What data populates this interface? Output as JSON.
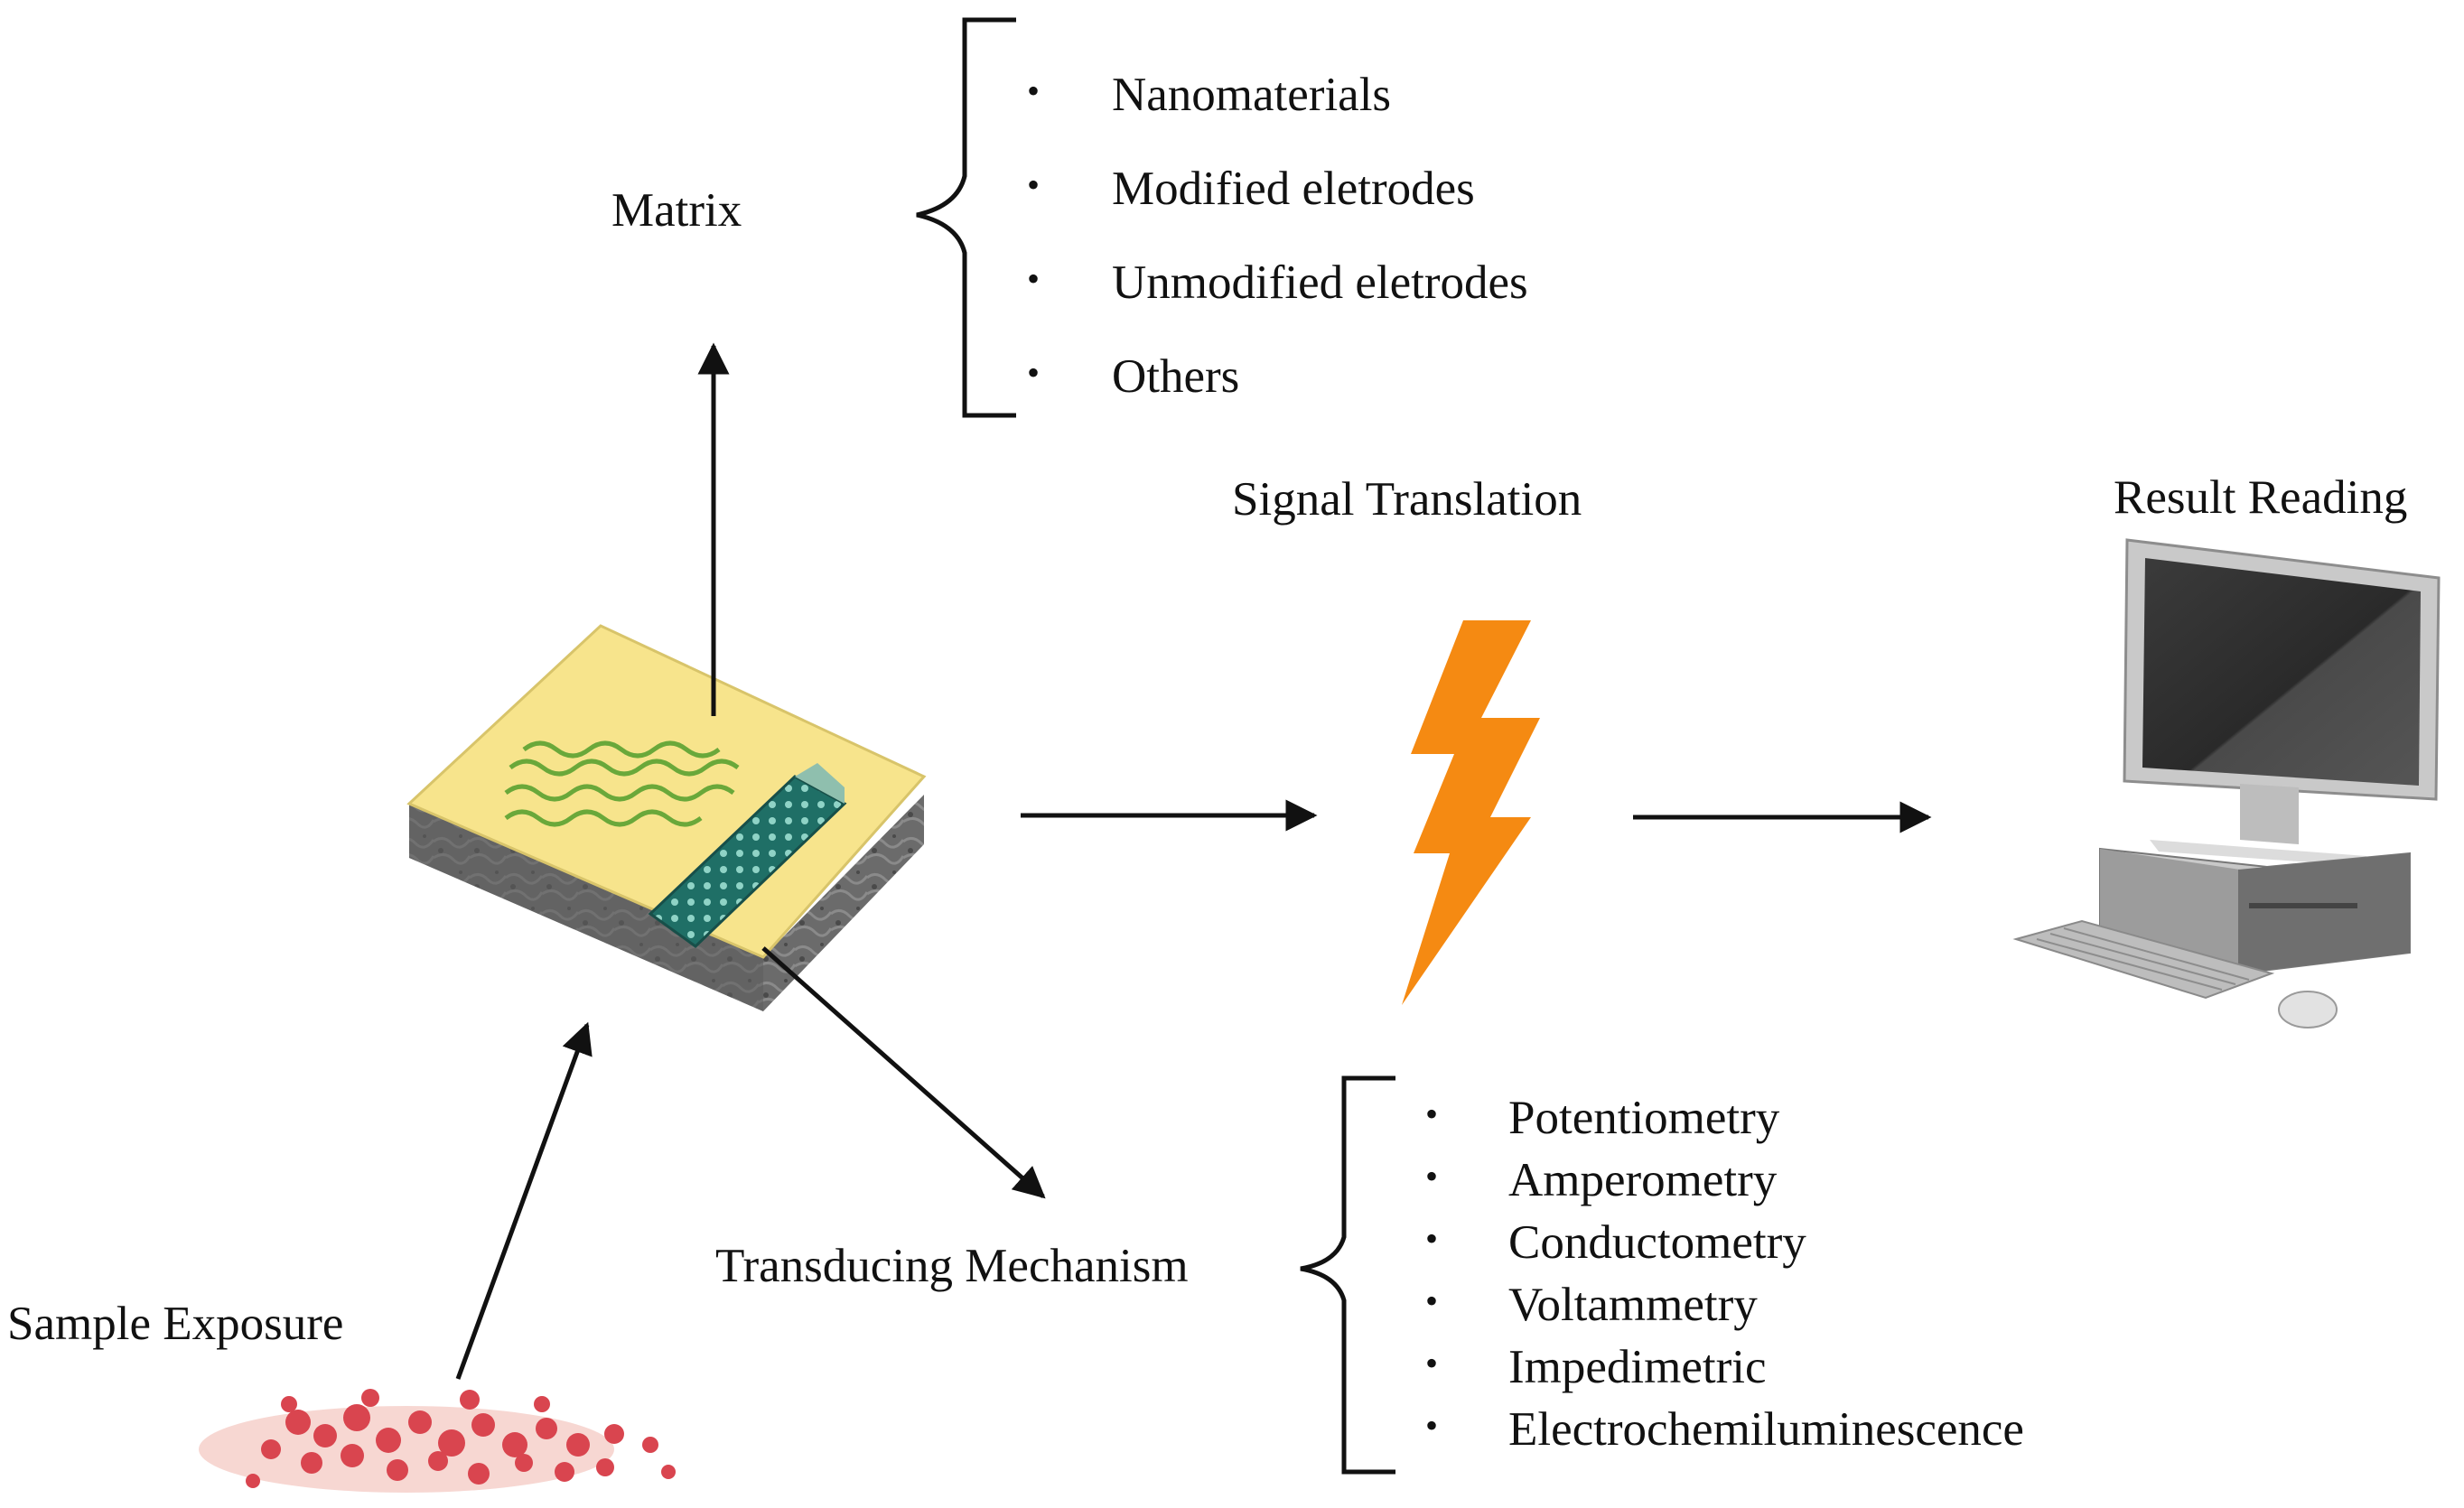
{
  "labels": {
    "matrix": "Matrix",
    "signal_translation": "Signal Translation",
    "result_reading": "Result Reading",
    "transducing_mechanism": "Transducing Mechanism",
    "sample_exposure": "Sample Exposure"
  },
  "matrix_items": [
    "Nanomaterials",
    "Modified eletrodes",
    "Unmodified eletrodes",
    "Others"
  ],
  "transducing_items": [
    "Potentiometry",
    "Amperometry",
    "Conductometry",
    "Voltammetry",
    "Impedimetric",
    "Electrochemiluminescence"
  ],
  "bullet": "•",
  "colors": {
    "sensor_top": "#F7E48C",
    "sensor_edge": "#5a5a5a",
    "wave_green": "#6aa83a",
    "electrode_teal": "#1f6f66",
    "lightning": "#F58A12",
    "monitor_dark": "#3a3a3a",
    "sample_red": "#d9454f",
    "arrow": "#111111"
  }
}
